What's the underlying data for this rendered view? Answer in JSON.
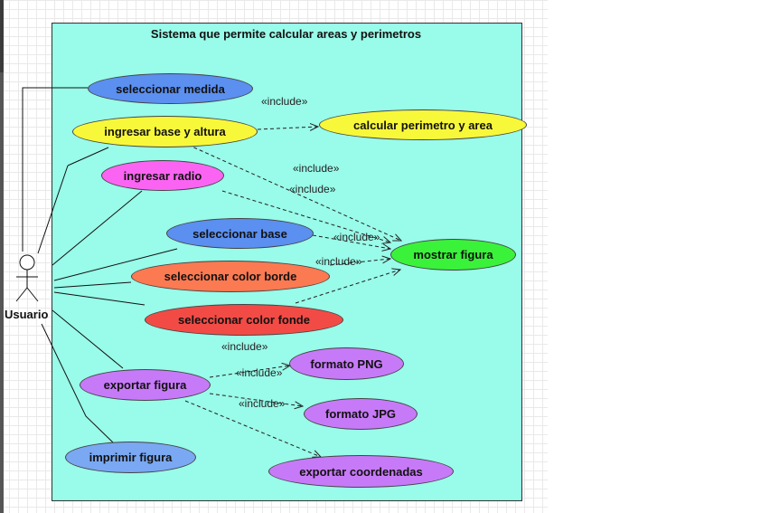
{
  "system": {
    "title": "Sistema que permite calcular areas y perimetros"
  },
  "actor": {
    "name": "Usuario"
  },
  "usecases": {
    "seleccionar_medida": "seleccionar medida",
    "ingresar_base_altura": "ingresar base y altura",
    "calcular_perimetro_area": "calcular perimetro y area",
    "ingresar_radio": "ingresar radio",
    "seleccionar_base": "seleccionar base",
    "mostrar_figura": "mostrar figura",
    "seleccionar_color_borde": "seleccionar color borde",
    "seleccionar_color_fonde": "seleccionar color fonde",
    "formato_png": "formato PNG",
    "exportar_figura": "exportar figura",
    "formato_jpg": "formato JPG",
    "imprimir_figura": "imprimir figura",
    "exportar_coordenadas": "exportar coordenadas"
  },
  "include_label": "«include»",
  "colors": {
    "boundary_fill": "#99fbe9",
    "blue": "#5b8ff0",
    "yellow": "#f8f83a",
    "pink": "#fb64f2",
    "green": "#3af23a",
    "orange": "#fb7a52",
    "red": "#f24b46",
    "purple": "#c77af8",
    "light_blue": "#7aa8f2"
  }
}
